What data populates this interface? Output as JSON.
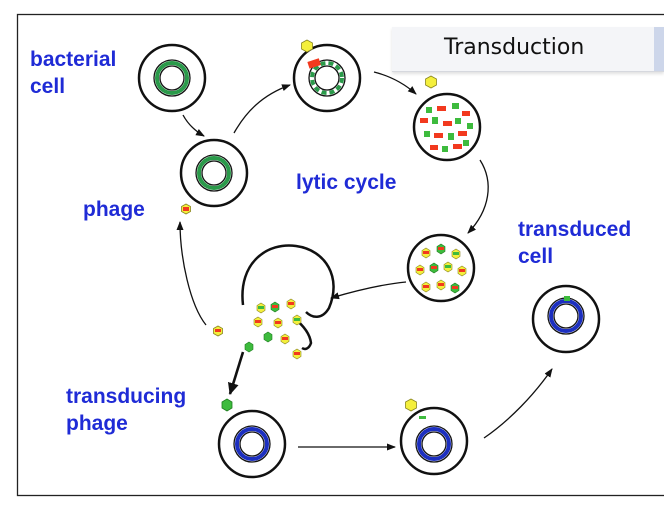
{
  "title": "Transduction",
  "labels": {
    "bacterial_cell": "bacterial\ncell",
    "phage": "phage",
    "lytic_cycle": "lytic cycle",
    "transduced_cell": "transduced\ncell",
    "transducing_phage": "transducing\nphage"
  },
  "colors": {
    "label_blue": "#1f2bd6",
    "bacterial_dna": "#2a9a4a",
    "host_dna_blue": "#1c2fc0",
    "phage_yellow": "#f4ef3c",
    "dna_red": "#f2391e",
    "dna_green": "#3dbb3d"
  }
}
